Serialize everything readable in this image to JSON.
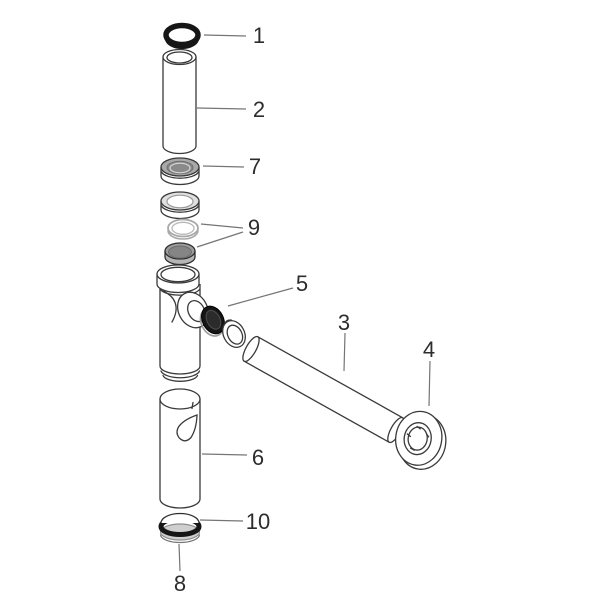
{
  "diagram": {
    "type": "exploded-parts-diagram",
    "background": "#ffffff",
    "colors": {
      "outline": "#3a3a3a",
      "leader_line": "#757575",
      "label_text": "#2d2d2d",
      "seal_black": "#161616",
      "seal_inner": "#2b2b2b",
      "nut_top_gray": "#a9a9a9",
      "nut_inner_gray": "#8a8a8a",
      "nut2_top_gray": "#e0e0e0",
      "cup_gray": "#9c9c9c",
      "cup_inner_gray": "#858585",
      "cup_wall_gray": "#b5b5b5",
      "cap_band_gray": "#cfcfcf",
      "thin_ring_gray": "#a8a8a8"
    },
    "callouts": [
      {
        "label": "1"
      },
      {
        "label": "2"
      },
      {
        "label": "7"
      },
      {
        "label": "9"
      },
      {
        "label": "5"
      },
      {
        "label": "3"
      },
      {
        "label": "4"
      },
      {
        "label": "6"
      },
      {
        "label": "10"
      },
      {
        "label": "8"
      }
    ]
  }
}
